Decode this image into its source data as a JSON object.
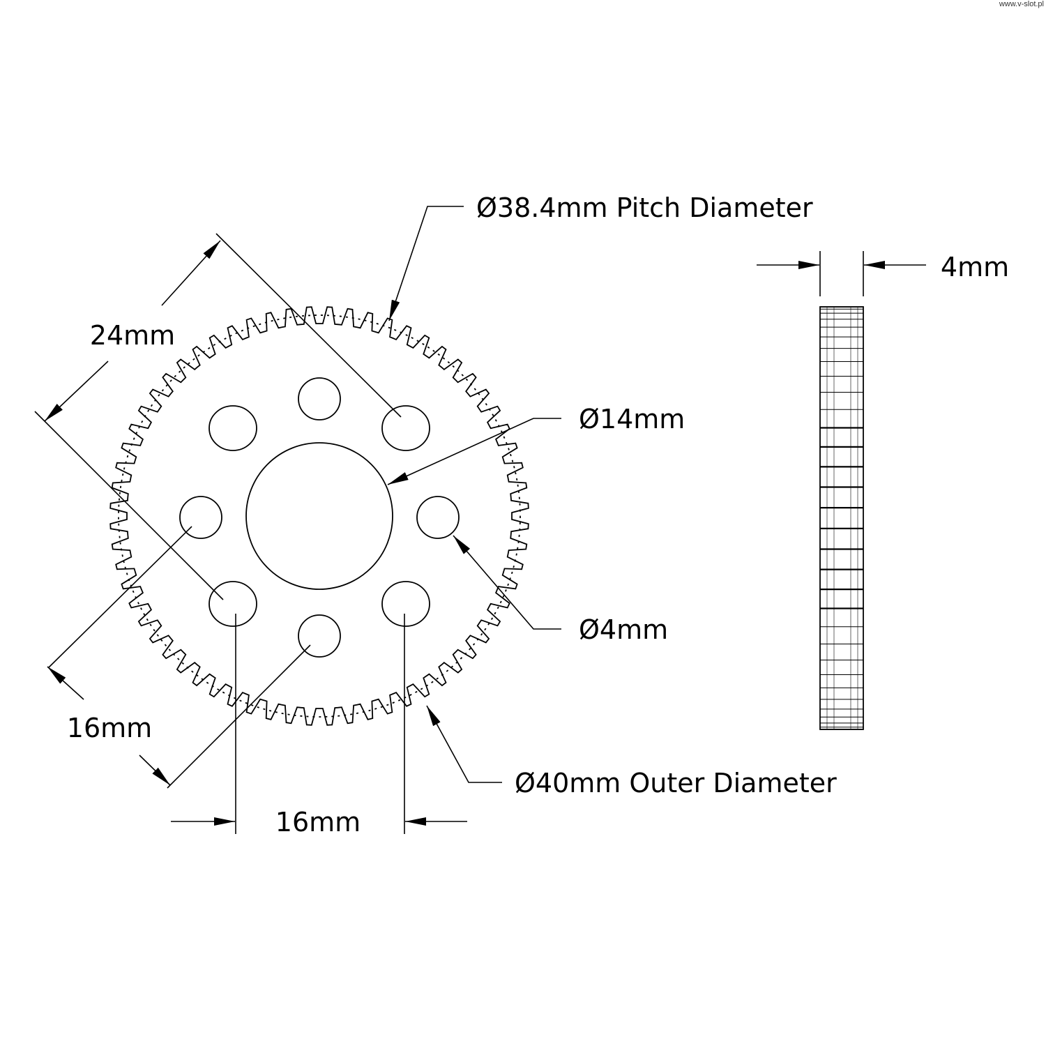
{
  "watermark": "www.v-slot.pl",
  "labels": {
    "pitch_diameter": "Ø38.4mm Pitch Diameter",
    "bore_diameter": "Ø14mm",
    "hole_diameter": "Ø4mm",
    "outer_diameter": "Ø40mm Outer Diameter",
    "thickness": "4mm",
    "diagonal_spacing": "24mm",
    "diagonal_hole_spacing": "16mm",
    "horizontal_hole_spacing": "16mm"
  },
  "gear": {
    "teeth": 64
  }
}
